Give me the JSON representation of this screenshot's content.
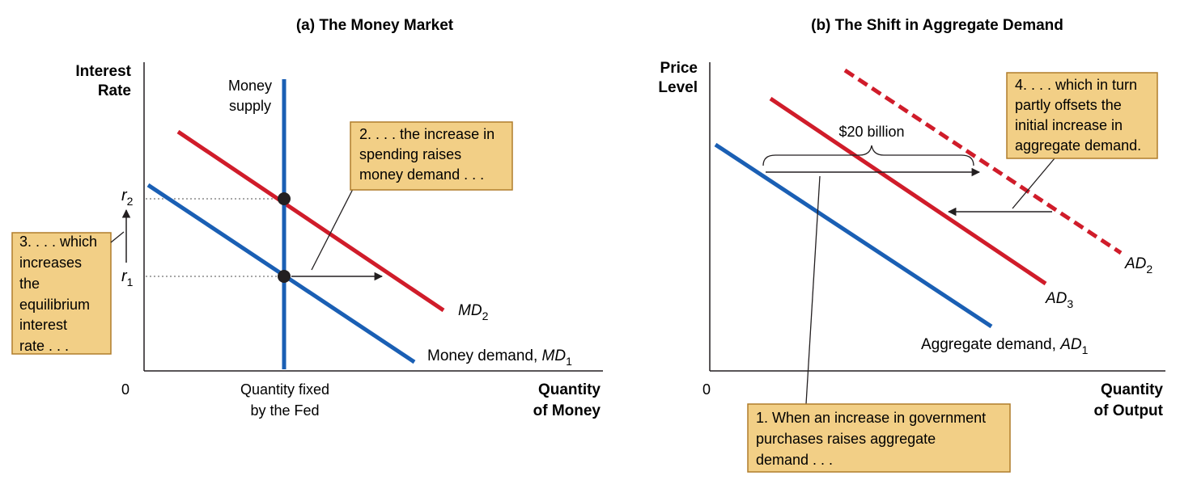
{
  "panel_a": {
    "title": "(a) The Money Market",
    "y_axis_label": [
      "Interest",
      "Rate"
    ],
    "x_axis_label": [
      "Quantity",
      "of Money"
    ],
    "origin": "0",
    "x_tick_label": [
      "Quantity fixed",
      "by the Fed"
    ],
    "supply_label": [
      "Money",
      "supply"
    ],
    "r2": {
      "base": "r",
      "sub": "2"
    },
    "r1": {
      "base": "r",
      "sub": "1"
    },
    "md2": {
      "base": "MD",
      "sub": "2"
    },
    "md1": {
      "prefix": "Money demand, ",
      "base": "MD",
      "sub": "1"
    },
    "callout_2": [
      "2. . . . the increase in",
      "spending raises",
      "money demand . . ."
    ],
    "callout_3": [
      "3. . . . which",
      "increases",
      "the",
      "equilibrium",
      "interest",
      "rate . . ."
    ]
  },
  "panel_b": {
    "title": "(b) The Shift in Aggregate Demand",
    "y_axis_label": [
      "Price",
      "Level"
    ],
    "x_axis_label": [
      "Quantity",
      "of Output"
    ],
    "origin": "0",
    "shift_amount": "$20 billion",
    "ad1": {
      "prefix": "Aggregate demand, ",
      "base": "AD",
      "sub": "1"
    },
    "ad2": {
      "base": "AD",
      "sub": "2"
    },
    "ad3": {
      "base": "AD",
      "sub": "3"
    },
    "callout_1": [
      "1. When an increase in government",
      "purchases raises aggregate",
      "demand . . ."
    ],
    "callout_4": [
      "4. . . . which in turn",
      "partly offsets the",
      "initial increase in",
      "aggregate demand."
    ]
  },
  "colors": {
    "blue": "#1a5fb4",
    "red": "#d01c2a",
    "callout_fill": "#f2cf86",
    "callout_border": "#b07d2b",
    "page_background": "#ffffff"
  }
}
